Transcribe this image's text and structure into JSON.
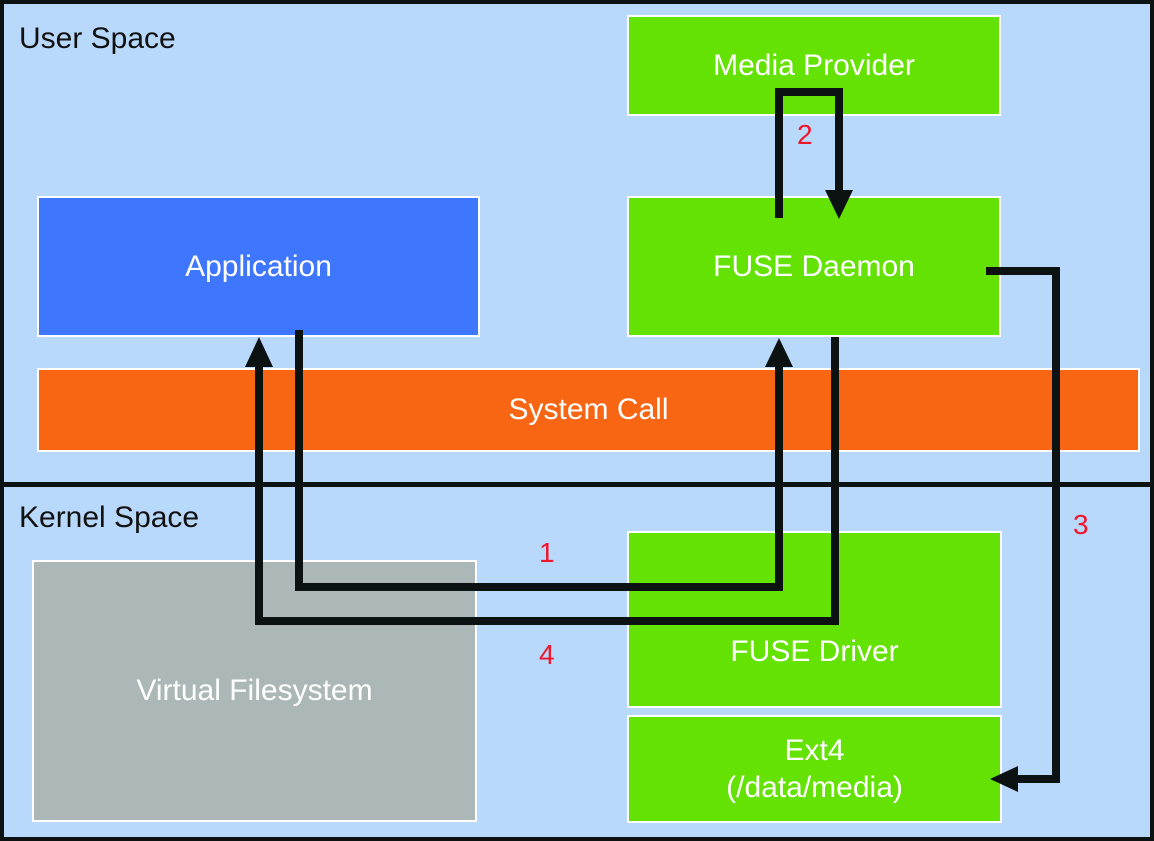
{
  "diagram": {
    "regions": {
      "user_space": "User Space",
      "kernel_space": "Kernel Space"
    },
    "components": {
      "media_provider": "Media Provider",
      "application": "Application",
      "fuse_daemon": "FUSE Daemon",
      "system_call": "System Call",
      "virtual_filesystem": "Virtual Filesystem",
      "fuse_driver": "FUSE Driver",
      "ext4": "Ext4\n(/data/media)"
    },
    "flow_steps": [
      {
        "label": "1",
        "from": "Application",
        "to": "FUSE Daemon"
      },
      {
        "label": "2",
        "from": "FUSE Daemon",
        "to": "Media Provider",
        "returns_to": "FUSE Daemon"
      },
      {
        "label": "3",
        "from": "FUSE Daemon",
        "to": "Ext4 (/data/media)"
      },
      {
        "label": "4",
        "from": "FUSE Daemon",
        "to": "Application"
      }
    ],
    "colors": {
      "background": "#b8d8fc",
      "green_component": "#64e204",
      "application": "#3f76fe",
      "system_call": "#f86614",
      "virtual_filesystem": "#abb8b7",
      "step_number": "#f0152a",
      "arrow": "#0c1112"
    }
  }
}
